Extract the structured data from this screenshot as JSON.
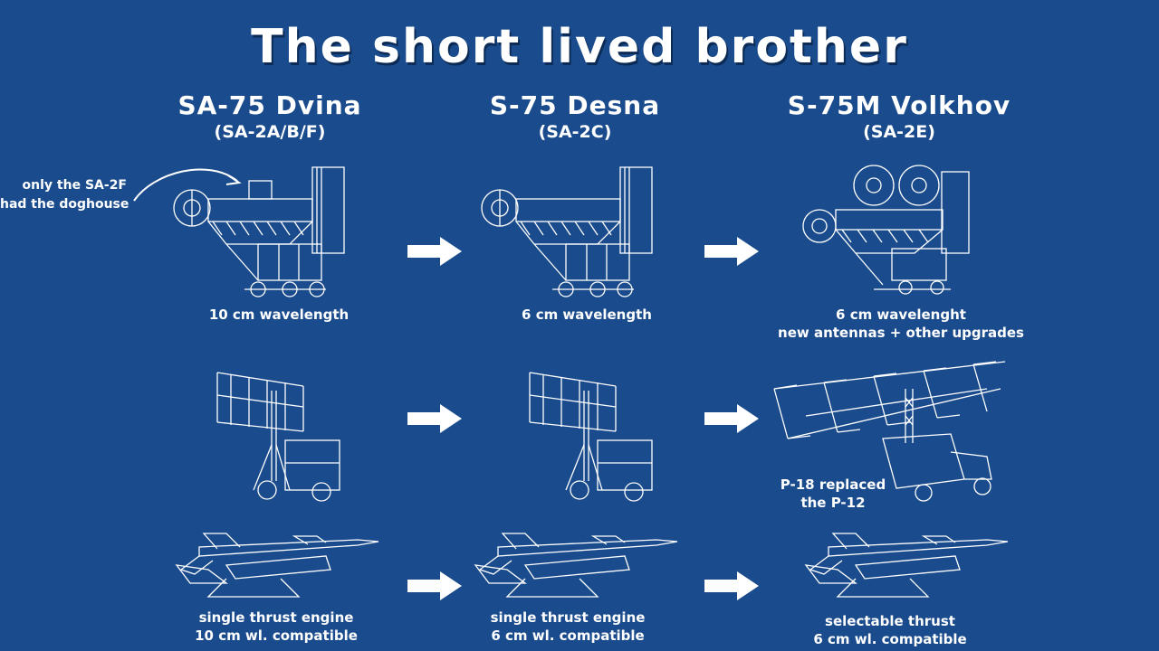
{
  "title": "The short lived brother",
  "columns": [
    {
      "name": "SA-75 Dvina",
      "code": "(SA-2A/B/F)"
    },
    {
      "name": "S-75 Desna",
      "code": "(SA-2C)"
    },
    {
      "name": "S-75M Volkhov",
      "code": "(SA-2E)"
    }
  ],
  "annotation": {
    "line1": "only the SA-2F",
    "line2": "had the doghouse"
  },
  "radar_captions": [
    {
      "line1": "10 cm wavelength",
      "line2": ""
    },
    {
      "line1": "6 cm wavelength",
      "line2": ""
    },
    {
      "line1": "6 cm wavelenght",
      "line2": "new antennas + other upgrades"
    }
  ],
  "acquisition_note": {
    "line1": "P-18 replaced",
    "line2": "the P-12"
  },
  "missile_captions": [
    {
      "line1": "single thrust engine",
      "line2": "10 cm wl. compatible"
    },
    {
      "line1": "single thrust engine",
      "line2": "6 cm wl. compatible"
    },
    {
      "line1": "selectable thrust",
      "line2": "6 cm wl. compatible"
    }
  ],
  "colors": {
    "background": "#1a4b8c",
    "line_art": "#ffffff"
  }
}
